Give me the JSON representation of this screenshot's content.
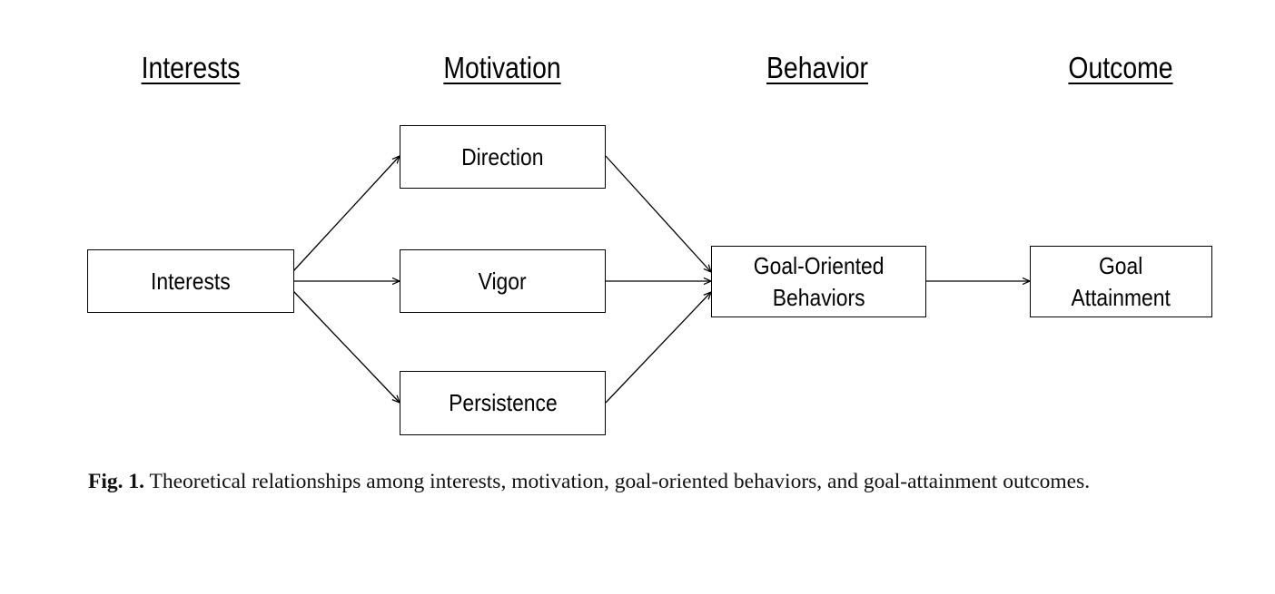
{
  "headers": {
    "interests": "Interests",
    "motivation": "Motivation",
    "behavior": "Behavior",
    "outcome": "Outcome"
  },
  "nodes": {
    "interests": "Interests",
    "direction": "Direction",
    "vigor": "Vigor",
    "persistence": "Persistence",
    "goal_behaviors_line1": "Goal-Oriented",
    "goal_behaviors_line2": "Behaviors",
    "goal_attainment_line1": "Goal",
    "goal_attainment_line2": "Attainment"
  },
  "edges": [
    {
      "from": "interests",
      "to": "direction"
    },
    {
      "from": "interests",
      "to": "vigor"
    },
    {
      "from": "interests",
      "to": "persistence"
    },
    {
      "from": "direction",
      "to": "goal_behaviors"
    },
    {
      "from": "vigor",
      "to": "goal_behaviors"
    },
    {
      "from": "persistence",
      "to": "goal_behaviors"
    },
    {
      "from": "goal_behaviors",
      "to": "goal_attainment"
    }
  ],
  "caption": {
    "label": "Fig. 1.",
    "text": " Theoretical relationships among interests, motivation, goal-oriented behaviors, and goal-attain­ment outcomes."
  }
}
